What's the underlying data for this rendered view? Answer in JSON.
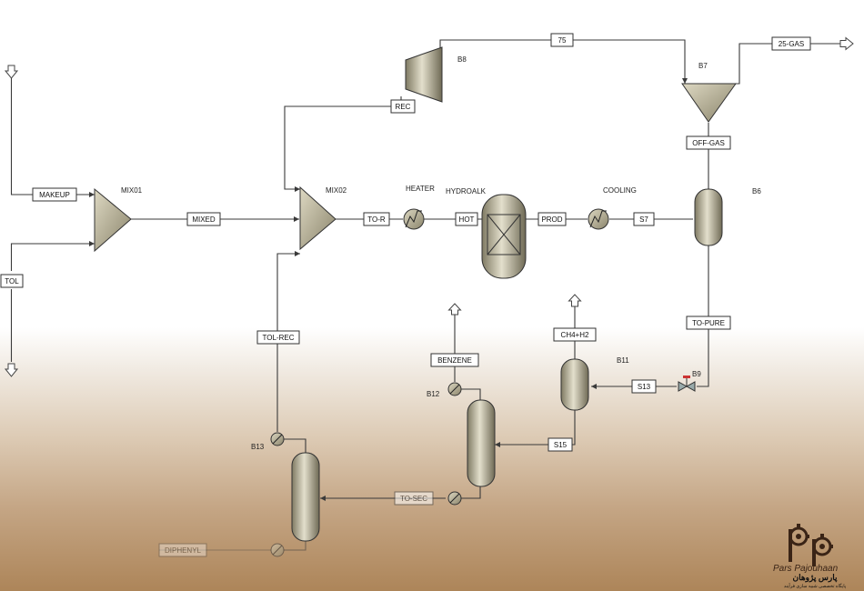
{
  "streams": {
    "makeup": "MAKEUP",
    "tol": "TOL",
    "mixed": "MIXED",
    "to_r": "TO-R",
    "hot": "HOT",
    "prod": "PROD",
    "s7": "S7",
    "rec": "REC",
    "s75": "75",
    "gas25": "25-GAS",
    "off_gas": "OFF-GAS",
    "to_pure": "TO-PURE",
    "s13": "S13",
    "ch4h2": "CH4+H2",
    "s15": "S15",
    "benzene": "BENZENE",
    "tol_rec": "TOL-REC",
    "to_sec": "TO-SEC",
    "diphenyl": "DIPHENYL"
  },
  "blocks": {
    "mix01": "MIX01",
    "mix02": "MIX02",
    "heater": "HEATER",
    "hydroalk": "HYDROALK",
    "cooling": "COOLING",
    "b6": "B6",
    "b7": "B7",
    "b8": "B8",
    "b9": "B9",
    "b11": "B11",
    "b12": "B12",
    "b13": "B13"
  },
  "logo": {
    "letters": "Pars Pajouhaan",
    "persian": "پارس پژوهان",
    "tagline": "پایگاه تخصصی شبیه سازی فرآیند"
  },
  "colors": {
    "equipment": "#b3ad91",
    "line": "#3a3a3a",
    "logo": "#3a2416"
  }
}
